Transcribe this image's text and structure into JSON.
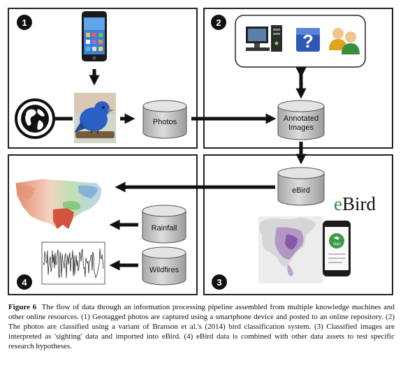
{
  "panels": [
    {
      "number": "1"
    },
    {
      "number": "2"
    },
    {
      "number": "3"
    },
    {
      "number": "4"
    }
  ],
  "databases": {
    "photos": "Photos",
    "annotated_line1": "Annotated",
    "annotated_line2": "Images",
    "ebird": "eBird",
    "rainfall": "Rainfall",
    "wildfires": "Wildfires"
  },
  "ebird_logo": {
    "initial": "e",
    "rest": "Bird"
  },
  "phone_app": {
    "button": "Start"
  },
  "caption": {
    "label": "Figure 6",
    "text": "The flow of data through an information processing pipeline assembled from multiple knowledge machines and other online resources. (1) Geotagged photos are captured using a smartphone device and posted to an online repository. (2) The photos are classified using a variant of Branson et al.'s (2014) bird classification system. (3) Classified images are interpreted as 'sighting' data and imported into eBird. (4) eBird data is combined with other data assets to test specific research hypotheses."
  },
  "colors": {
    "frame": "#222222",
    "badge": "#111111",
    "database_fill": "#c9c9c9",
    "bird_blue": "#2a5fc4",
    "ebird_green": "#2e8b3d"
  }
}
